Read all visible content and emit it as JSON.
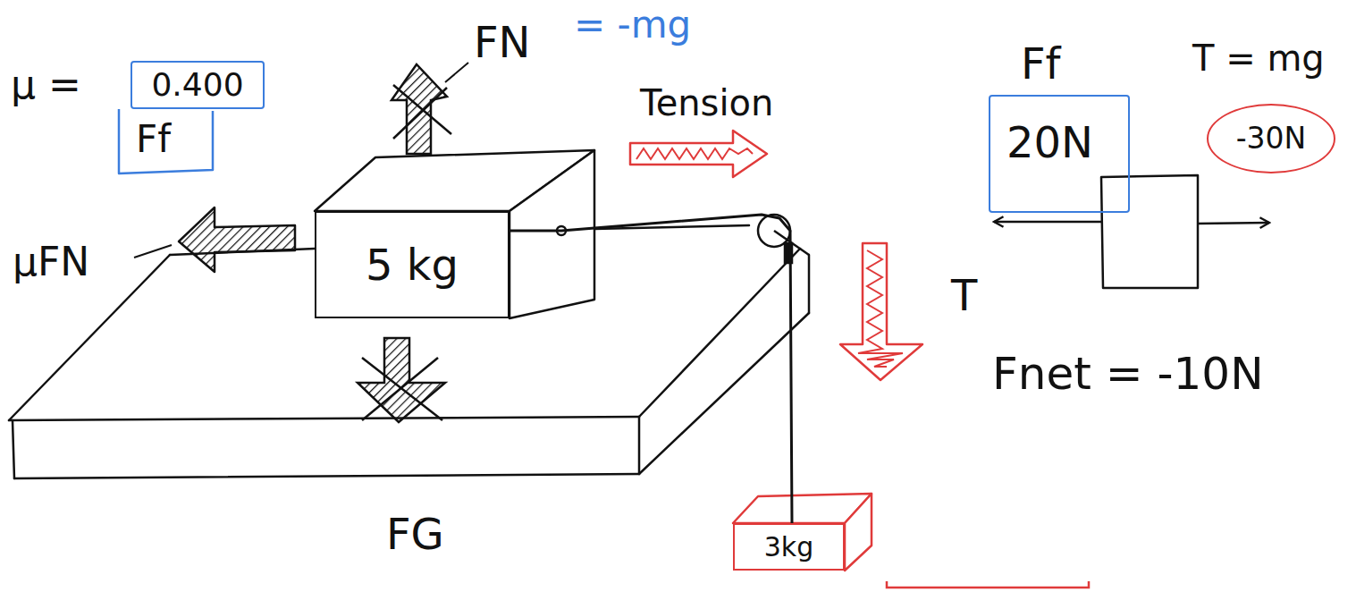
{
  "diagram": {
    "nodes": [
      {
        "text": [
          "5 kg"
        ]
      },
      {
        "text": [
          "3kg"
        ]
      },
      {
        "text": [
          "0.400"
        ]
      },
      {
        "text": [
          "20N"
        ]
      },
      {
        "text": [
          "-30N"
        ]
      }
    ],
    "edges": [
      {
        "from": 0,
        "to": 1,
        "arrow": "none"
      }
    ],
    "labels": [
      "μ =",
      "Ff",
      "μFN",
      "FN",
      "= -mg",
      "Tension",
      "T",
      "FG",
      "Ff",
      "T = mg",
      "Fnet = -10N"
    ]
  }
}
